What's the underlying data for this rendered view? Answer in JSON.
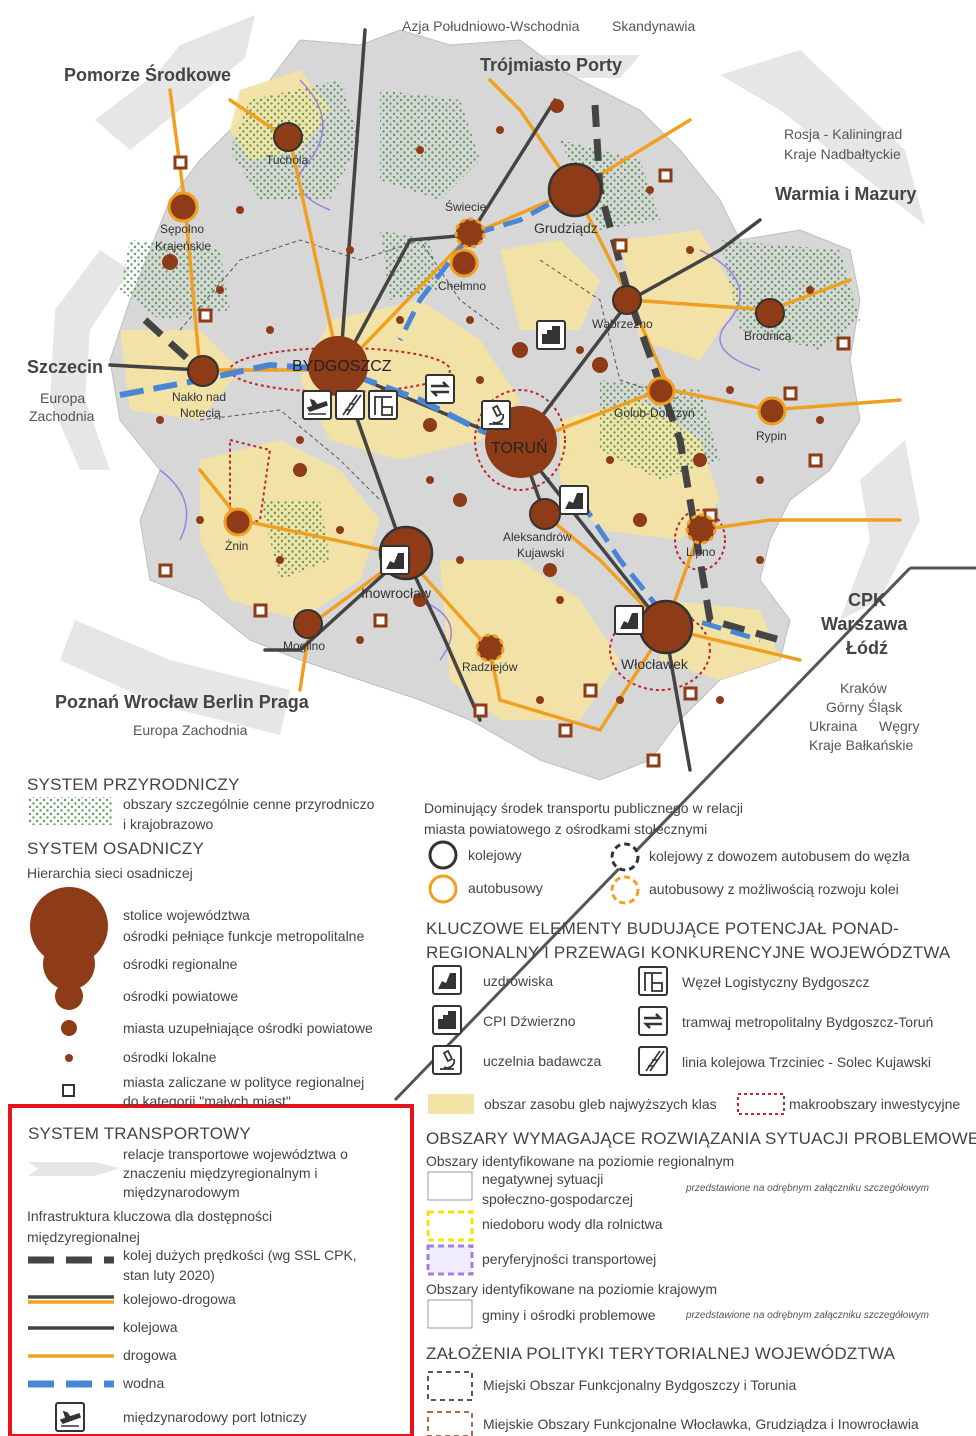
{
  "surroundings": {
    "top_left": "Azja Południowo-Wschodnia",
    "top_right": "Skandynawia",
    "trojmiasto": "Trójmiasto Porty",
    "pomorze": "Pomorze Środkowe",
    "rosja": "Rosja - Kaliningrad",
    "kraje_nadb": "Kraje Nadbałtyckie",
    "warmia": "Warmia i Mazury",
    "szczecin": "Szczecin",
    "europa_zach_1": "Europa",
    "europa_zach_2": "Zachodnia",
    "cpk": "CPK",
    "warszawa": "Warszawa",
    "lodz": "Łódź",
    "krakow": "Kraków",
    "gorny_slask": "Górny Śląsk",
    "ukraina": "Ukraina",
    "wegry": "Węgry",
    "balkany": "Kraje Bałkańskie",
    "south_west": "Poznań  Wrocław  Berlin  Praga",
    "south_west_sub": "Europa Zachodnia"
  },
  "cities": {
    "tuchola": "Tuchola",
    "swiecie": "Świecie",
    "grudziadz": "Grudziądz",
    "sepolno_1": "Sępolno",
    "sepolno_2": "Krajeńskie",
    "chelmno": "Chełmno",
    "wabrzezno": "Wąbrzeźno",
    "brodnica": "Brodnica",
    "bydgoszcz": "BYDGOSZCZ",
    "naklo_1": "Nakło nad",
    "naklo_2": "Notecią",
    "torun": "TORUŃ",
    "golub": "Golub-Dobrzyń",
    "rypin": "Rypin",
    "znin": "Żnin",
    "aleksandrow_1": "Aleksandrów",
    "aleksandrow_2": "Kujawski",
    "lipno": "Lipno",
    "inowroclaw": "Inowrocław",
    "mogilno": "Mogilno",
    "radziejow": "Radziejów",
    "wloclawek": "Włocławek"
  },
  "legend_left": {
    "system_przyrodniczy": "SYSTEM PRZYRODNICZY",
    "obszary_cenne_1": "obszary szczególnie cenne przyrodniczo",
    "obszary_cenne_2": "i krajobrazowo",
    "system_osadniczy": "SYSTEM OSADNICZY",
    "hierarchia": "Hierarchia sieci osadniczej",
    "stolice": "stolice województwa",
    "metropolitalne": "ośrodki pełniące funkcje metropolitalne",
    "regionalne": "ośrodki regionalne",
    "powiatowe": "ośrodki powiatowe",
    "uzupelniajace": "miasta uzupełniające ośrodki powiatowe",
    "lokalne": "ośrodki lokalne",
    "male_miasta_1": "miasta zaliczane w polityce regionalnej",
    "male_miasta_2": "do kategorii \"małych miast\"",
    "system_transportowy": "SYSTEM TRANSPORTOWY",
    "relacje_1": "relacje transportowe województwa o",
    "relacje_2": "znaczeniu międzyregionalnym i",
    "relacje_3": "międzynarodowym",
    "infra_1": "Infrastruktura kluczowa dla dostępności",
    "infra_2": "międzyregionalnej",
    "kdp_1": "kolej dużych prędkości (wg SSL CPK,",
    "kdp_2": "stan luty 2020)",
    "kolejowo_drogowa": "kolejowo-drogowa",
    "kolejowa": "kolejowa",
    "drogowa": "drogowa",
    "wodna": "wodna",
    "port_lotniczy": "międzynarodowy port lotniczy"
  },
  "legend_right": {
    "dominujacy_1": "Dominujący środek transportu publicznego w relacji",
    "dominujacy_2": "miasta powiatowego z ośrodkami stołecznymi",
    "kolejowy": "kolejowy",
    "kolejowy_dowoz": "kolejowy z dowozem autobusem do węzła",
    "autobusowy": "autobusowy",
    "autobusowy_rozwoj": "autobusowy z możliwością rozwoju kolei",
    "kluczowe_1": "KLUCZOWE ELEMENTY BUDUJĄCE POTENCJAŁ PONAD-",
    "kluczowe_2": "REGIONALNY I PRZEWAGI KONKURENCYJNE WOJEWÓDZTWA",
    "uzdrowiska": "uzdrowiska",
    "wezel": "Węzeł Logistyczny Bydgoszcz",
    "cpi": "CPI Dźwierzno",
    "tramwaj": "tramwaj metropolitalny Bydgoszcz-Toruń",
    "uczelnia": "uczelnia badawcza",
    "linia_kolejowa": "linia kolejowa Trzciniec - Solec Kujawski",
    "gleby": "obszar zasobu gleb najwyższych klas",
    "makroobszary": "makroobszary inwestycyjne",
    "obszary_problem": "OBSZARY WYMAGAJĄCE ROZWIĄZANIA SYTUACJI PROBLEMOWEJ",
    "poziom_regionalny": "Obszary identyfikowane na poziomie regionalnym",
    "negatywnej_1": "negatywnej sytuacji",
    "negatywnej_2": "społeczno-gospodarczej",
    "przedstawione_1": "przedstawione na odrębnym załączniku szczegółowym",
    "niedoboru": "niedoboru wody dla rolnictwa",
    "peryferyjnosci": "peryferyjności transportowej",
    "poziom_krajowy": "Obszary identyfikowane na poziomie krajowym",
    "gminy": "gminy i ośrodki problemowe",
    "przedstawione_2": "przedstawione na odrębnym załączniku szczegółowym",
    "zalozenia": "ZAŁOŻENIA POLITYKI TERYTORIALNEJ WOJEWÓDZTWA",
    "mof_bt": "Miejski Obszar Funkcjonalny Bydgoszczy i Torunia",
    "mof_wgi": "Miejskie Obszary Funkcjonalne Włocławka, Grudziądza i Inowrocławia"
  },
  "colors": {
    "city": "#8e3b17",
    "road": "#f0a020",
    "rail": "#444444",
    "water": "#4a86d6",
    "grey_area": "#cfcfcf",
    "yellow_area": "#f3e3a4",
    "green_dots": "#5e9e5e",
    "highlight_box": "#e8141b"
  }
}
